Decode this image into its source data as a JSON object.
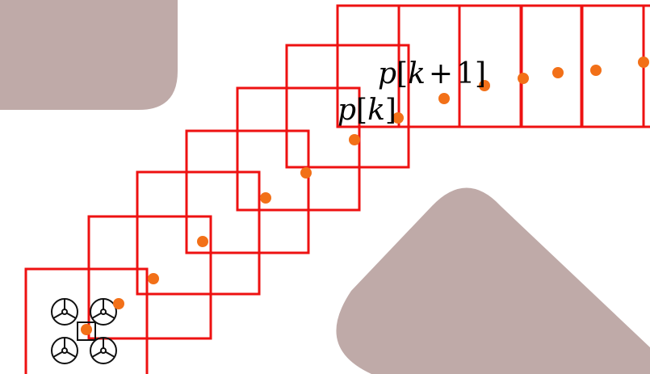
{
  "colors": {
    "window": "#ee1111",
    "waypoint": "#f27018",
    "obstacle": "#bfaaa8",
    "drone": "#111111",
    "background": "#ffffff"
  },
  "icons": {
    "vehicle": "quadrotor-drone-icon",
    "waypoint": "orange-dot-marker"
  },
  "labels": {
    "current": {
      "symbol": "p",
      "open": "[",
      "index": "k",
      "close": "]"
    },
    "next": {
      "symbol": "p",
      "open": "[",
      "index": "k",
      "operator": "+",
      "offset": "1",
      "close": "]"
    }
  },
  "counts": {
    "windows": 11,
    "waypoints": 14,
    "obstacles": 2
  }
}
